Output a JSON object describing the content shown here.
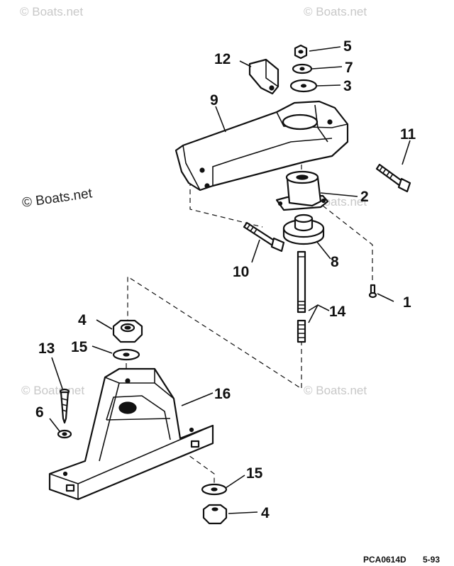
{
  "watermarks": {
    "top_left": "© Boats.net",
    "top_right": "© Boats.net",
    "middle_left": "© Boats.net",
    "middle_right": "© Boats.net",
    "lower_left": "© Boats.net",
    "lower_right": "© Boats.net"
  },
  "callouts": {
    "c1": "1",
    "c2": "2",
    "c3": "3",
    "c4_upper": "4",
    "c4_lower": "4",
    "c5": "5",
    "c6": "6",
    "c7": "7",
    "c8": "8",
    "c9": "9",
    "c10": "10",
    "c11": "11",
    "c12": "12",
    "c13": "13",
    "c14": "14",
    "c15_upper": "15",
    "c15_lower": "15",
    "c16": "16"
  },
  "footer": {
    "drawing_code": "PCA0614D",
    "date": "5-93"
  }
}
